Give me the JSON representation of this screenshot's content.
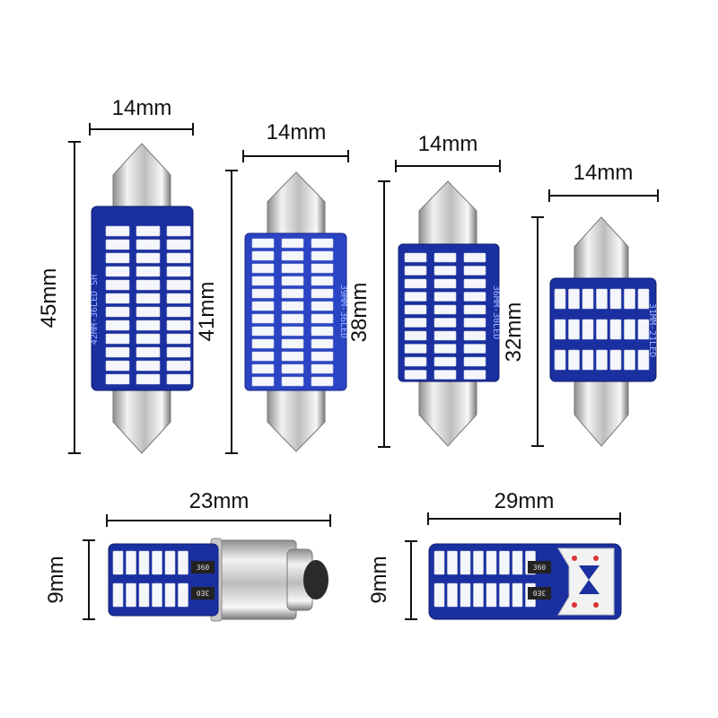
{
  "bulbs": [
    {
      "id": "a",
      "width_label": "14mm",
      "length_label": "45mm",
      "pcb_text": "42MM-36LED SH",
      "leds": {
        "cols": 3,
        "rows": 12
      }
    },
    {
      "id": "b",
      "width_label": "14mm",
      "length_label": "41mm",
      "pcb_text": "39MM-36LED",
      "leds": {
        "cols": 3,
        "rows": 12
      }
    },
    {
      "id": "c",
      "width_label": "14mm",
      "length_label": "38mm",
      "pcb_text": "36MM-30LED",
      "leds": {
        "cols": 3,
        "rows": 10
      }
    },
    {
      "id": "d",
      "width_label": "14mm",
      "length_label": "32mm",
      "pcb_text": "31MM-21LED",
      "leds": {
        "cols": 7,
        "rows": 3
      }
    },
    {
      "id": "e",
      "width_label": "23mm",
      "length_label": "9mm",
      "chip_labels": [
        "360",
        "3E0"
      ]
    },
    {
      "id": "f",
      "width_label": "29mm",
      "length_label": "9mm",
      "chip_labels": [
        "360",
        "3E0"
      ]
    }
  ],
  "colors": {
    "pcb": "#1a2fa0",
    "pcb_light": "#2a44c4",
    "led": "#f4f6fb",
    "metal": "#d9d9d9",
    "dimension": "#111111"
  }
}
